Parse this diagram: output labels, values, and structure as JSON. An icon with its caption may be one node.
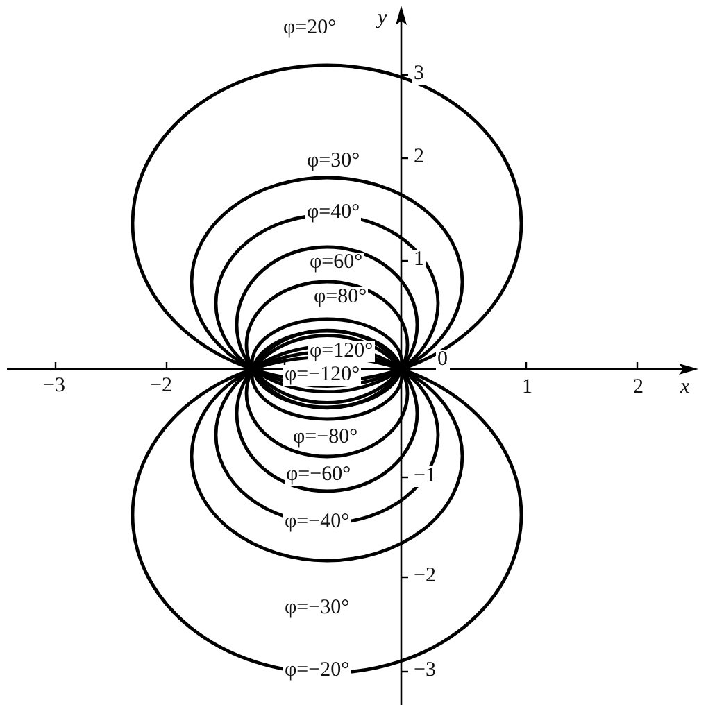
{
  "diagram": {
    "labels": [
      "y",
      "3",
      "2",
      "1",
      "−1",
      "−2",
      "−3",
      "−3",
      "−2",
      "0",
      "1",
      "2",
      "x",
      "φ=20°",
      "φ=30°",
      "φ=40°",
      "φ=60°",
      "φ=80°",
      "φ=120°",
      "φ=−120°",
      "φ=−80°",
      "φ=−60°",
      "φ=−40°",
      "φ=−30°",
      "φ=−20°"
    ]
  }
}
